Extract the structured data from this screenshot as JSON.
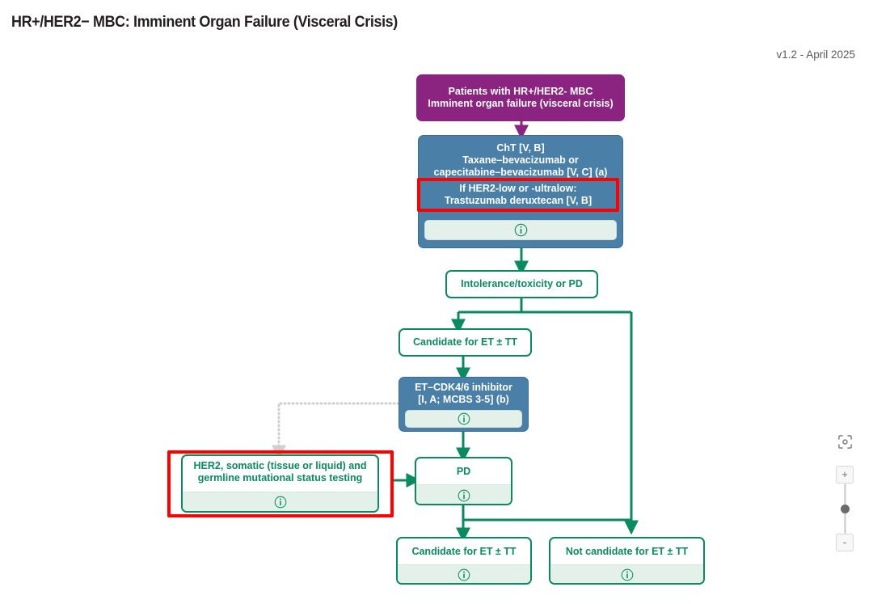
{
  "header": {
    "title": "HR+/HER2− MBC: Imminent Organ Failure (Visceral Crisis)",
    "version": "v1.2 - April 2025"
  },
  "colors": {
    "purple": "#8b2480",
    "blue": "#4a80a8",
    "green": "#0a8a5f",
    "info_strip": "#e4f0ea",
    "highlight_red": "#ff0000",
    "title_text": "#231f20",
    "version_text": "#58595b",
    "dotted_connector": "#cfcfcf"
  },
  "flow": {
    "nodes": {
      "patients": {
        "id": "patients",
        "kind": "purple",
        "lines": [
          "Patients with HR+/HER2- MBC",
          "Imminent organ failure (visceral crisis)"
        ],
        "has_info": false
      },
      "cht": {
        "id": "cht",
        "kind": "blue",
        "lines": [
          "ChT [V, B]",
          "Taxane–bevacizumab or",
          "capecitabine–bevacizumab [V, C] (a)"
        ],
        "has_info": true,
        "info_icon": "info-circle-icon"
      },
      "her2_low_overlay": {
        "id": "her2-low-overlay",
        "kind": "red-overlay",
        "lines": [
          "If HER2-low or -ultralow:",
          "Trastuzumab deruxtecan [V, B]"
        ],
        "has_info": false
      },
      "intolerance": {
        "id": "intolerance",
        "kind": "green",
        "lines": [
          "Intolerance/toxicity or PD"
        ],
        "has_info": false
      },
      "candidate_et_tt_upper": {
        "id": "candidate-et-tt-upper",
        "kind": "green",
        "lines": [
          "Candidate for ET ± TT"
        ],
        "has_info": false
      },
      "et_cdk46": {
        "id": "et-cdk46-inhibitor",
        "kind": "blue",
        "lines": [
          "ET–CDK4/6 inhibitor",
          "[I, A; MCBS 3-5] (b)"
        ],
        "has_info": true,
        "info_icon": "info-circle-icon"
      },
      "her2_testing": {
        "id": "her2-testing",
        "kind": "green",
        "highlighted": true,
        "lines": [
          "HER2, somatic (tissue or liquid) and",
          "germline mutational status testing"
        ],
        "has_info": true,
        "info_icon": "info-circle-icon"
      },
      "pd": {
        "id": "pd",
        "kind": "green",
        "lines": [
          "PD"
        ],
        "has_info": true,
        "info_icon": "info-circle-icon"
      },
      "candidate_et_tt_lower": {
        "id": "candidate-et-tt-lower",
        "kind": "green",
        "lines": [
          "Candidate for ET ± TT"
        ],
        "has_info": true,
        "info_icon": "info-circle-icon"
      },
      "not_candidate_et_tt": {
        "id": "not-candidate-et-tt",
        "kind": "green",
        "lines": [
          "Not candidate for ET ± TT"
        ],
        "has_info": true,
        "info_icon": "info-circle-icon"
      }
    }
  },
  "zoom_controls": {
    "fit_view_icon": "fit-view-icon",
    "zoom_in_label": "+",
    "zoom_out_label": "-"
  }
}
